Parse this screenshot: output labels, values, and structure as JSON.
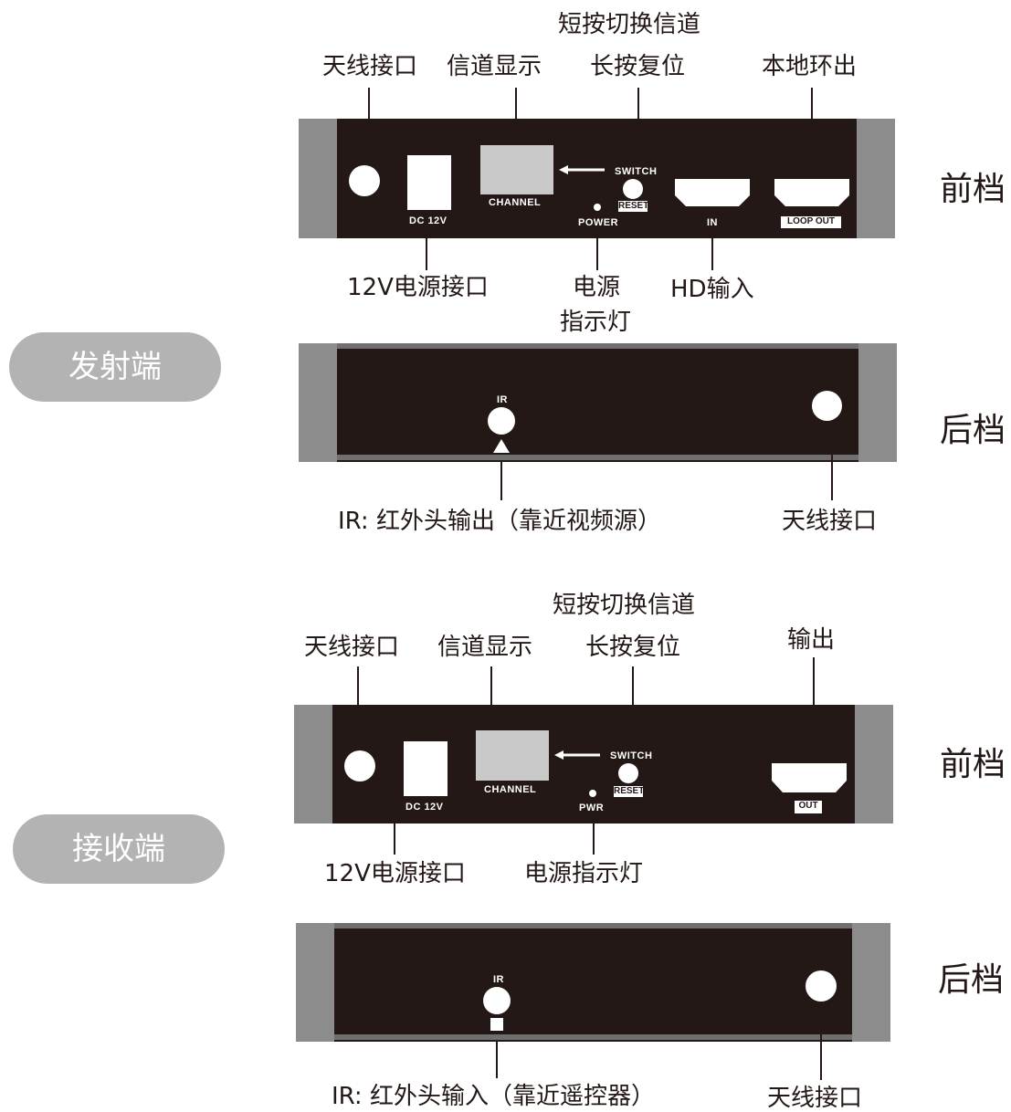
{
  "sections": {
    "transmitter": "发射端",
    "receiver": "接收端"
  },
  "sides": {
    "front": "前档",
    "back": "后档"
  },
  "tx_front": {
    "callouts": {
      "antenna": "天线接口",
      "channel_display": "信道显示",
      "switch_short": "短按切换信道",
      "switch_long": "长按复位",
      "loop_out": "本地环出",
      "power_in": "12V电源接口",
      "power_led_1": "电源",
      "power_led_2": "指示灯",
      "hd_in": "HD输入"
    },
    "panel": {
      "dc": "DC  12V",
      "channel": "CHANNEL",
      "switch": "SWITCH",
      "reset": "RESET",
      "power": "POWER",
      "in": "IN",
      "loop_out": "LOOP OUT"
    }
  },
  "tx_back": {
    "callouts": {
      "ir": "IR: 红外头输出（靠近视频源）",
      "antenna": "天线接口"
    },
    "panel": {
      "ir": "IR"
    }
  },
  "rx_front": {
    "callouts": {
      "antenna": "天线接口",
      "channel_display": "信道显示",
      "switch_short": "短按切换信道",
      "switch_long": "长按复位",
      "output": "输出",
      "power_in": "12V电源接口",
      "power_led": "电源指示灯"
    },
    "panel": {
      "dc": "DC  12V",
      "channel": "CHANNEL",
      "switch": "SWITCH",
      "reset": "RESET",
      "pwr": "PWR",
      "out": "OUT"
    }
  },
  "rx_back": {
    "callouts": {
      "ir": "IR: 红外头输入（靠近遥控器）",
      "antenna": "天线接口"
    },
    "panel": {
      "ir": "IR"
    }
  },
  "colors": {
    "panel": "#231815",
    "endcap": "#8c8c8c",
    "pill": "#b3b3b3",
    "channel_window": "#c9c9c9"
  }
}
